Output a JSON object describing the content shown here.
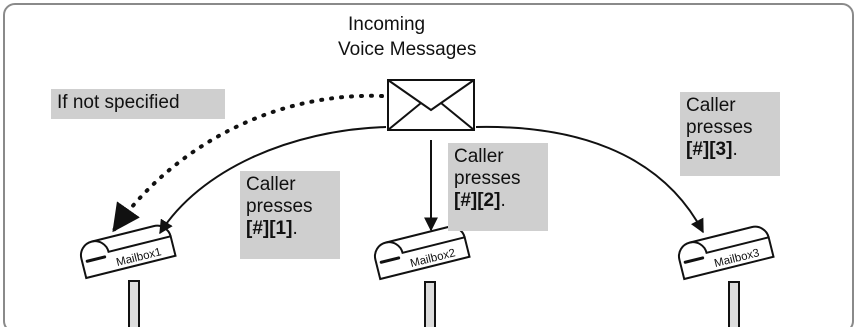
{
  "incoming": {
    "line1": "Incoming",
    "line2": "Voice Messages"
  },
  "not_specified": "If not specified",
  "routes": [
    {
      "line1": "Caller",
      "line2": "presses",
      "keys": "[#][1]",
      "period": "."
    },
    {
      "line1": "Caller",
      "line2": "presses",
      "keys": "[#][2]",
      "period": "."
    },
    {
      "line1": "Caller",
      "line2": "presses",
      "keys": "[#][3]",
      "period": "."
    }
  ],
  "mailboxes": [
    "Mailbox1",
    "Mailbox2",
    "Mailbox3"
  ],
  "colors": {
    "label_bg": "#cfcfcf",
    "frame": "#8a8a8a",
    "line": "#111111"
  }
}
